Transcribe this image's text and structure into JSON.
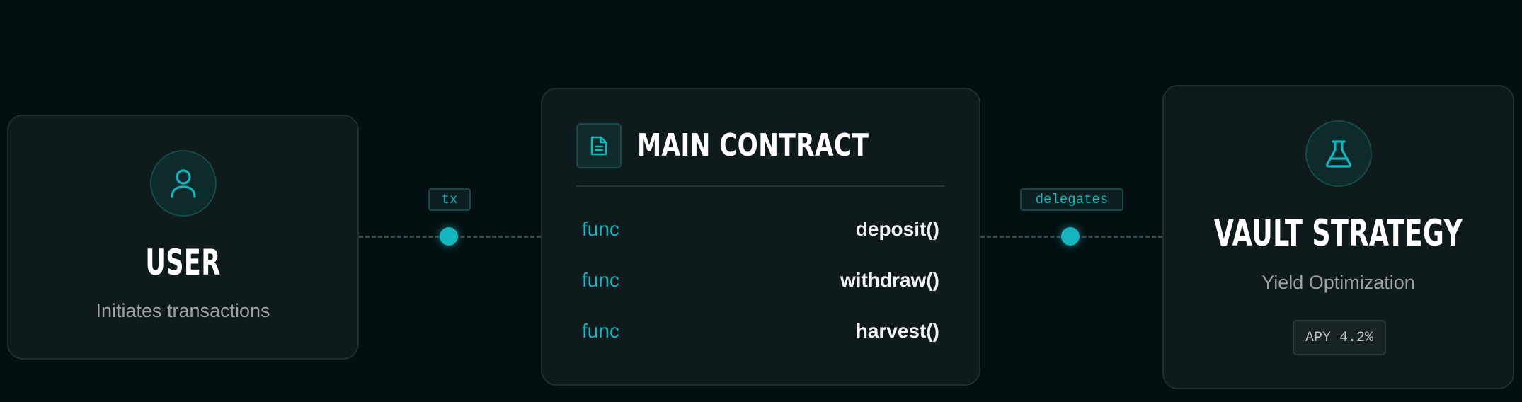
{
  "accent_color": "#14b5be",
  "nodes": {
    "user": {
      "icon": "user-icon",
      "title": "USER",
      "subtitle": "Initiates transactions"
    },
    "main_contract": {
      "icon": "document-icon",
      "title": "MAIN CONTRACT",
      "functions": [
        {
          "keyword": "func",
          "name": "deposit()"
        },
        {
          "keyword": "func",
          "name": "withdraw()"
        },
        {
          "keyword": "func",
          "name": "harvest()"
        }
      ]
    },
    "vault": {
      "icon": "flask-icon",
      "title": "VAULT STRATEGY",
      "subtitle": "Yield Optimization",
      "badge": "APY 4.2%"
    }
  },
  "edges": [
    {
      "label": "tx"
    },
    {
      "label": "delegates"
    }
  ]
}
